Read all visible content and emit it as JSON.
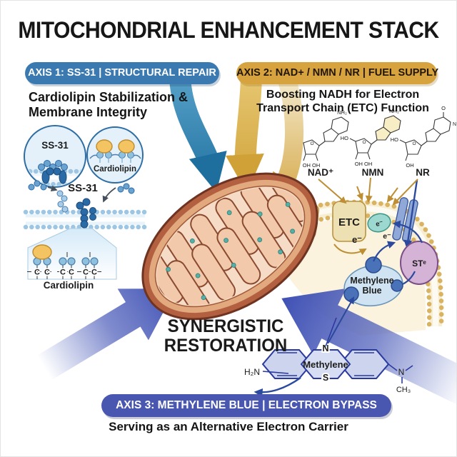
{
  "title": "MITOCHONDRIAL ENHANCEMENT STACK",
  "axis1": {
    "banner": "AXIS 1: SS-31 | STRUCTURAL REPAIR",
    "heading_line1": "Cardiolipin Stabilization &",
    "heading_line2": "Membrane Integrity",
    "circle_ss31_label": "SS-31",
    "circle_cardiolipin_label": "Cardiolipin",
    "membrane_ss31_label": "SS-31",
    "carbon": "C",
    "detail_label": "Cardiolipin"
  },
  "axis2": {
    "banner": "AXIS 2: NAD+ / NMN / NR | FUEL SUPPLY",
    "heading_line1": "Boosting NADH for Electron",
    "heading_line2": "Transport Chain (ETC) Function",
    "molecules": [
      {
        "name": "NAD⁺",
        "top": "NH₂",
        "left": "HO",
        "ring_o": "O",
        "bottom": "OH OH",
        "extra": ""
      },
      {
        "name": "NMN",
        "top": "NH₂",
        "left": "HO",
        "ring_o": "O",
        "bottom": "OH OH",
        "extra": ""
      },
      {
        "name": "NR",
        "top": "O",
        "left": "HO",
        "ring_o": "O",
        "bottom": "OH",
        "extra": "NH"
      }
    ],
    "etc_label": "ETC",
    "carrier_label": "e⁻",
    "electron_gold": "e⁻",
    "electron_dark": "e⁻",
    "st_label": "STᵉ",
    "mb_line1": "Methylene",
    "mb_line2": "Blue"
  },
  "center": {
    "synergy_line1": "SYNERGISTIC",
    "synergy_line2": "RESTORATION"
  },
  "axis3": {
    "banner": "AXIS 3: METHYLENE BLUE | ELECTRON BYPASS",
    "caption": "Serving as an Alternative Electron Carrier",
    "structure": {
      "n_top": "N",
      "s_bottom": "S",
      "amine": "H₂N",
      "n_right": "N",
      "methyl": "CH₃",
      "ring_label": "Methylene"
    }
  },
  "colors": {
    "axis1_blue": "#3b7ab0",
    "axis2_gold": "#d6a33e",
    "axis3_indigo": "#4a57b0",
    "synergy_arrow_blue": "#3e50b4",
    "mitochondria_brown": "#b2603f",
    "membrane_gold": "#d9b360",
    "methylene_blue": "#2b4a9e"
  }
}
